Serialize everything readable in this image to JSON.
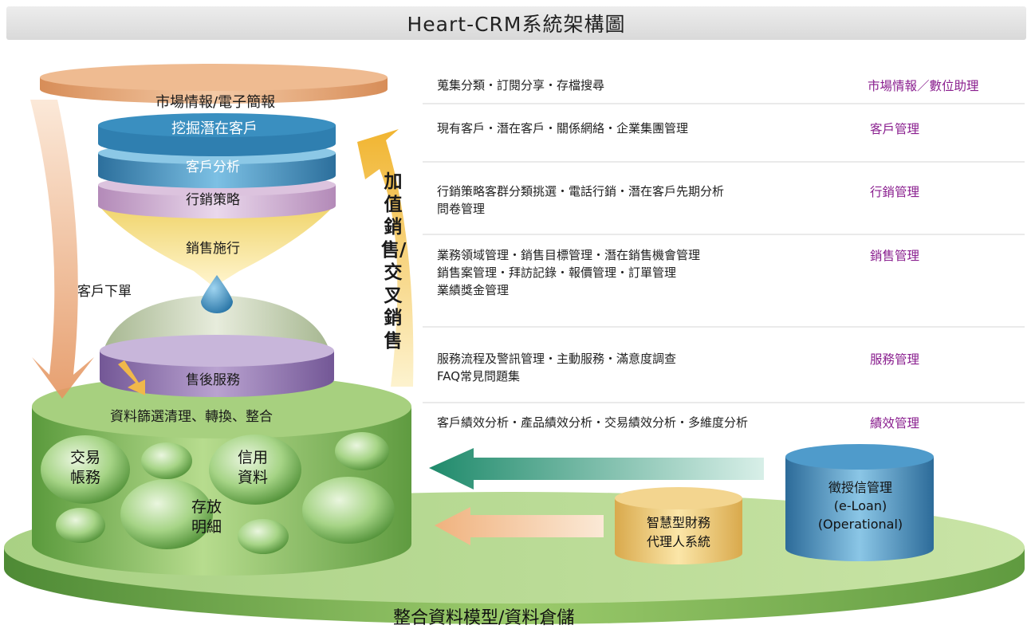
{
  "title": "Heart-CRM系統架構圖",
  "funnel": {
    "market_disc": "市場情報/電子簡報",
    "prospect": "挖掘潛在客戶",
    "analysis": "客戶分析",
    "strategy": "行銷策略",
    "sales": "銷售施行",
    "service": "售後服務",
    "data_clean": "資料篩選清理、轉換、整合"
  },
  "arrows": {
    "left_label": "客戶下單",
    "upsell_label": "加值銷售/交叉銷售"
  },
  "database": {
    "bubble_trade": [
      "交易",
      "帳務"
    ],
    "bubble_credit": [
      "信用",
      "資料"
    ],
    "bubble_deposit": [
      "存放",
      "明細"
    ],
    "foundation": "整合資料模型/資料倉儲"
  },
  "systems": {
    "eloan": [
      "徵授信管理",
      "(e-Loan)",
      "(Operational)"
    ],
    "agent": [
      "智慧型財務",
      "代理人系統"
    ]
  },
  "features": [
    {
      "lines": [
        "蒐集分類・訂閱分享・存檔搜尋"
      ],
      "module": "市場情報／數位助理"
    },
    {
      "lines": [
        "現有客戶・潛在客戶・關係網絡・企業集團管理"
      ],
      "module": "客戶管理"
    },
    {
      "lines": [
        "行銷策略客群分類挑選・電話行銷・潛在客戶先期分析",
        "問卷管理"
      ],
      "module": "行銷管理"
    },
    {
      "lines": [
        "業務領域管理・銷售目標管理・潛在銷售機會管理",
        "銷售案管理・拜訪記錄・報價管理・訂單管理",
        "業績獎金管理"
      ],
      "module": "銷售管理"
    },
    {
      "lines": [
        "服務流程及警訊管理・主動服務・滿意度調查",
        "FAQ常見問題集"
      ],
      "module": "服務管理"
    },
    {
      "lines": [
        "客戶績效分析・產品績效分析・交易績效分析・多維度分析"
      ],
      "module": "績效管理"
    }
  ],
  "colors": {
    "module_text": "#8a1f8f",
    "platform_green": "#6fa84a",
    "prospect_blue": "#2f86b8",
    "strategy_purple": "#b48fb5",
    "service_purple": "#8a6aa8",
    "disc_orange": "#e2a070",
    "sales_yellow": "#f2df84",
    "eloan_blue": "#3d86b8",
    "agent_gold": "#e8c470"
  }
}
